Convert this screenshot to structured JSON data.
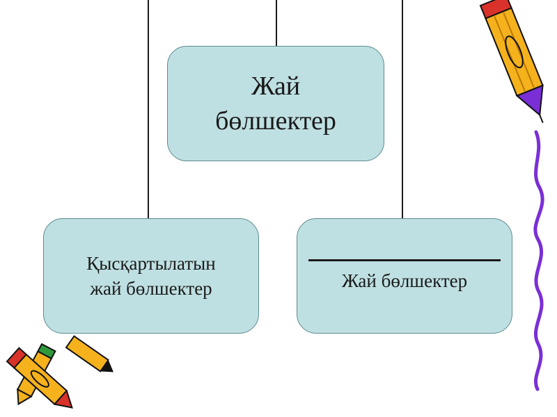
{
  "diagram": {
    "top_box": {
      "line1": "Жай",
      "line2": "бөлшектер"
    },
    "left_box": {
      "line1": "Қысқартылатын",
      "line2": "жай бөлшектер"
    },
    "right_box": {
      "label": "Жай бөлшектер"
    }
  },
  "colors": {
    "box_fill": "#bfe0e2",
    "box_border": "#5e8b8e",
    "connector": "#1a1a1a",
    "pencil_body": "#f5b21d",
    "pencil_tip_purple": "#7a2fd6",
    "pencil_eraser_red": "#d8322b",
    "pencil_eraser_green": "#2f9a3a"
  },
  "decorations": [
    "pencil-icon",
    "crayon-bundle-icon",
    "squiggle-line-icon"
  ]
}
